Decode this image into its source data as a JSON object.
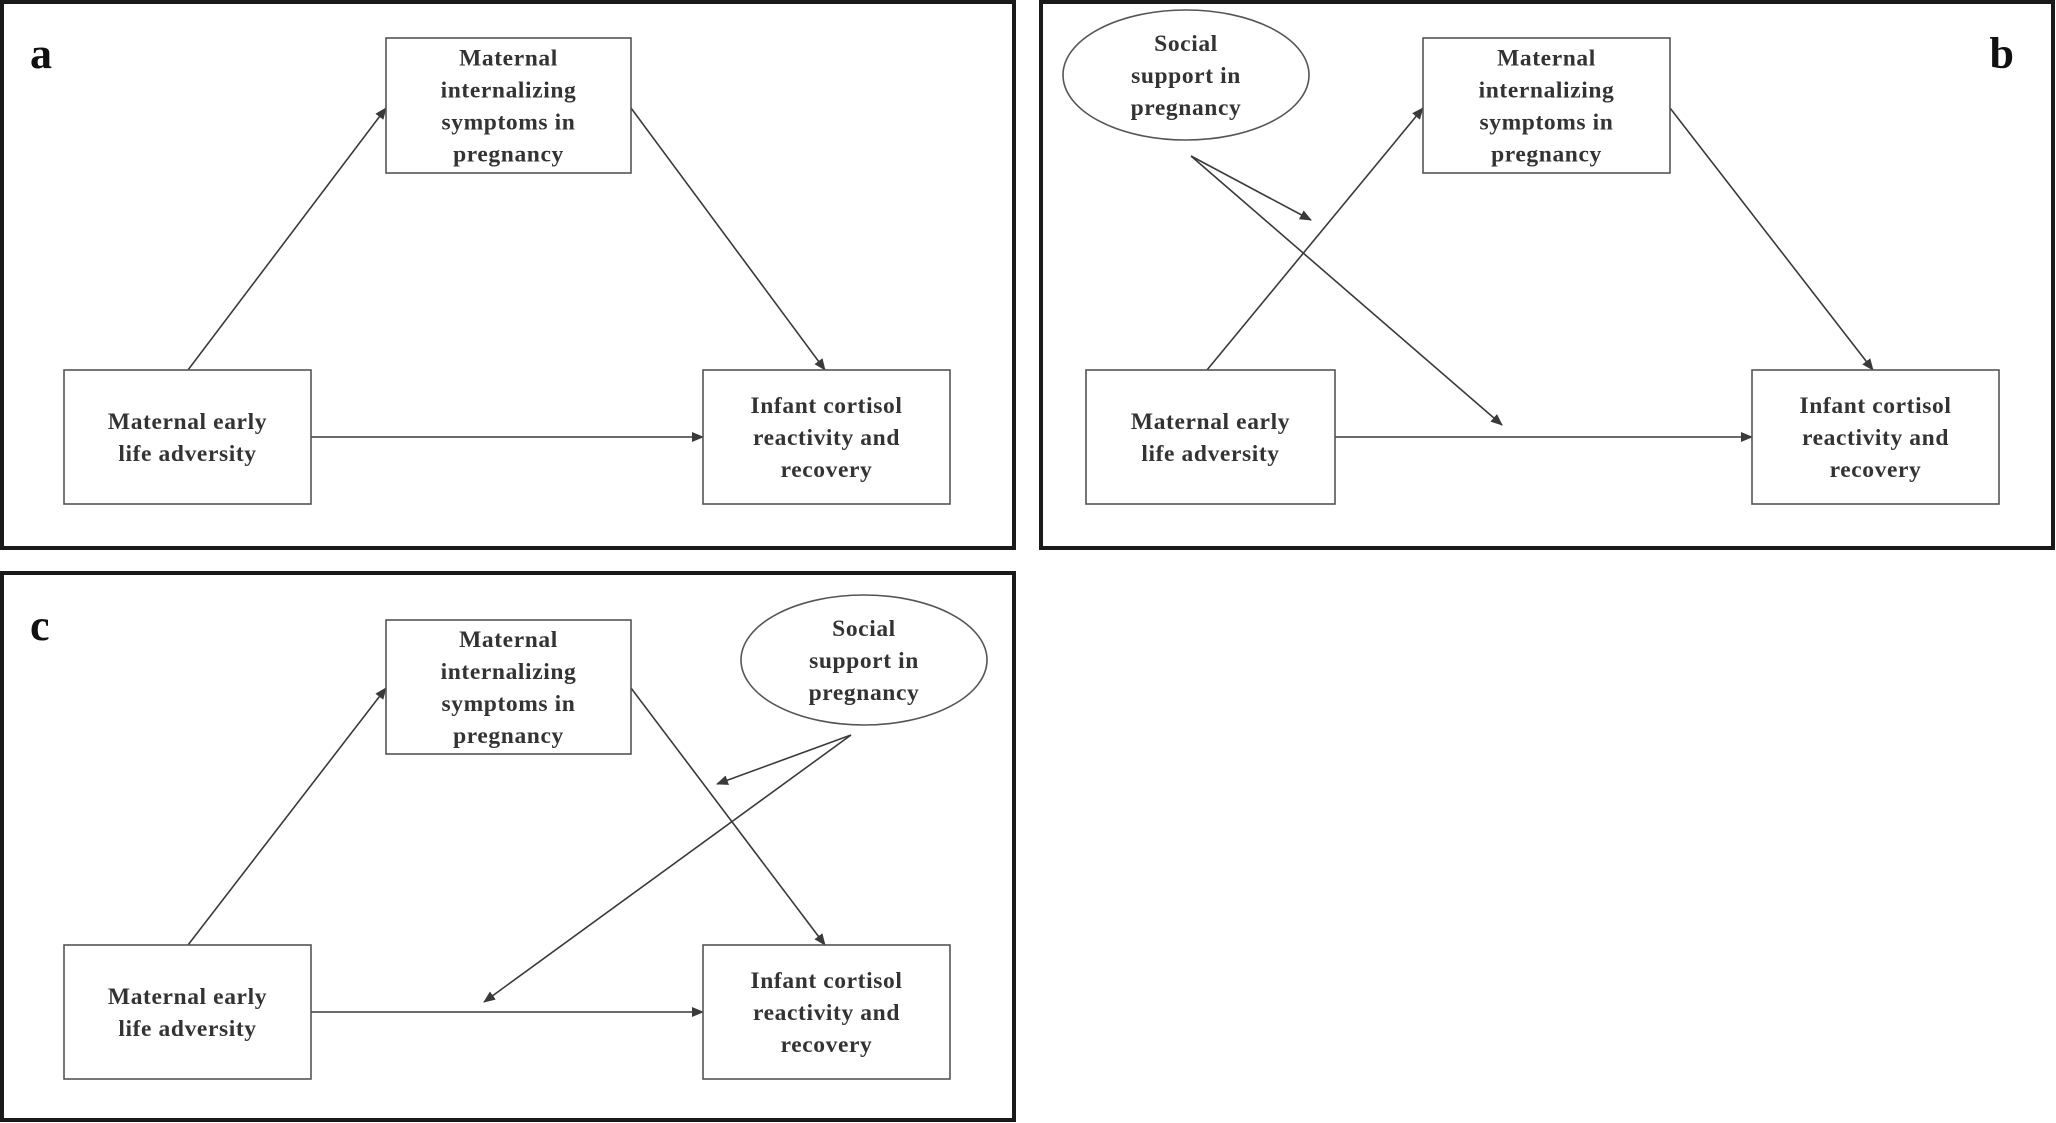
{
  "colors": {
    "frame": "#1a1a1a",
    "box_stroke": "#555555",
    "edge": "#3a3a3a",
    "text": "#333333"
  },
  "panels": [
    {
      "id": "a",
      "label": "a",
      "nodes": [
        {
          "id": "symptoms",
          "shape": "rect",
          "lines": [
            "Maternal",
            "internalizing",
            "symptoms in",
            "pregnancy"
          ]
        },
        {
          "id": "adversity",
          "shape": "rect",
          "lines": [
            "Maternal early",
            "life adversity"
          ]
        },
        {
          "id": "cortisol",
          "shape": "rect",
          "lines": [
            "Infant cortisol",
            "reactivity and",
            "recovery"
          ]
        }
      ],
      "edges": [
        {
          "from": "adversity",
          "to": "symptoms"
        },
        {
          "from": "symptoms",
          "to": "cortisol"
        },
        {
          "from": "adversity",
          "to": "cortisol"
        }
      ]
    },
    {
      "id": "b",
      "label": "b",
      "nodes": [
        {
          "id": "support",
          "shape": "ellipse",
          "lines": [
            "Social",
            "support in",
            "pregnancy"
          ]
        },
        {
          "id": "symptoms",
          "shape": "rect",
          "lines": [
            "Maternal",
            "internalizing",
            "symptoms in",
            "pregnancy"
          ]
        },
        {
          "id": "adversity",
          "shape": "rect",
          "lines": [
            "Maternal early",
            "life adversity"
          ]
        },
        {
          "id": "cortisol",
          "shape": "rect",
          "lines": [
            "Infant cortisol",
            "reactivity and",
            "recovery"
          ]
        }
      ],
      "edges": [
        {
          "from": "adversity",
          "to": "symptoms"
        },
        {
          "from": "symptoms",
          "to": "cortisol"
        },
        {
          "from": "adversity",
          "to": "cortisol"
        },
        {
          "from": "support",
          "to": "path:adversity-symptoms"
        },
        {
          "from": "support",
          "to": "path:adversity-cortisol"
        }
      ]
    },
    {
      "id": "c",
      "label": "c",
      "nodes": [
        {
          "id": "symptoms",
          "shape": "rect",
          "lines": [
            "Maternal",
            "internalizing",
            "symptoms in",
            "pregnancy"
          ]
        },
        {
          "id": "support",
          "shape": "ellipse",
          "lines": [
            "Social",
            "support in",
            "pregnancy"
          ]
        },
        {
          "id": "adversity",
          "shape": "rect",
          "lines": [
            "Maternal early",
            "life adversity"
          ]
        },
        {
          "id": "cortisol",
          "shape": "rect",
          "lines": [
            "Infant cortisol",
            "reactivity and",
            "recovery"
          ]
        }
      ],
      "edges": [
        {
          "from": "adversity",
          "to": "symptoms"
        },
        {
          "from": "symptoms",
          "to": "cortisol"
        },
        {
          "from": "adversity",
          "to": "cortisol"
        },
        {
          "from": "support",
          "to": "path:symptoms-cortisol"
        },
        {
          "from": "support",
          "to": "path:adversity-cortisol"
        }
      ]
    }
  ]
}
